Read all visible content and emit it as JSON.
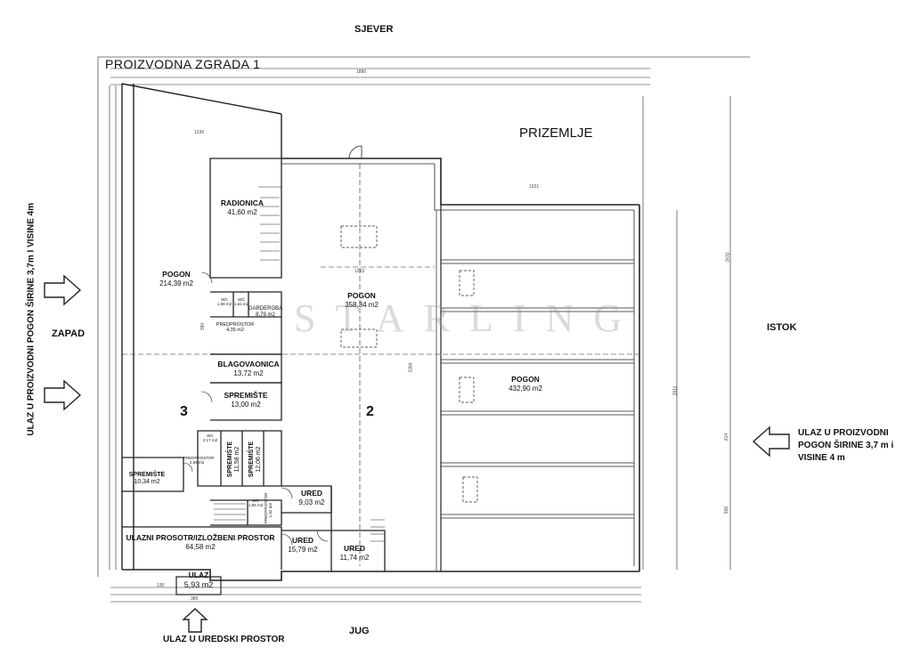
{
  "title": "PROIZVODNA ZGRADA 1",
  "floor": "PRIZEMLJE",
  "compass": {
    "north": "SJEVER",
    "south": "JUG",
    "west": "ZAPAD",
    "east": "ISTOK"
  },
  "watermark": "STARLING",
  "zones": {
    "z2": "2",
    "z3": "3"
  },
  "entries": {
    "west": "ULAZ U PROIZVODNI POGON ŠIRINE 3,7m I VISINE 4m",
    "east_line1": "ULAZ U PROIZVODNI",
    "east_line2": "POGON ŠIRINE 3,7 m i",
    "east_line3": "VISINE 4 m",
    "south": "ULAZ U UREDSKI PROSTOR"
  },
  "rooms": {
    "pogon_west": {
      "name": "POGON",
      "area": "214,39 m2"
    },
    "radionica": {
      "name": "RADIONICA",
      "area": "41,60 m2"
    },
    "pogon_mid": {
      "name": "POGON",
      "area": "358,34 m2"
    },
    "pogon_east": {
      "name": "POGON",
      "area": "432,90 m2"
    },
    "wc1": {
      "name": "WC",
      "area": "1,58 m2"
    },
    "wc2": {
      "name": "WC",
      "area": "1,61 m2"
    },
    "garderoba": {
      "name": "GARDEROBA",
      "area": "8,79 m2"
    },
    "predprostor1": {
      "name": "PREDPROSTOR",
      "area": "4,35 m2"
    },
    "blagovaonica": {
      "name": "BLAGOVAONICA",
      "area": "13,72 m2"
    },
    "spremiste1": {
      "name": "SPREMIŠTE",
      "area": "13,00 m2"
    },
    "wc3": {
      "name": "WC",
      "area": "2,17 m2"
    },
    "predprostor2": {
      "name": "PREDPROSTOR",
      "area": "2,94 m2"
    },
    "spremiste2": {
      "name": "SPREMIŠTE",
      "area": "11,58 m2"
    },
    "spremiste3": {
      "name": "SPREMIŠTE",
      "area": "12,06 m2"
    },
    "spremiste4": {
      "name": "SPREMIŠTE",
      "area": "10,34 m2"
    },
    "ured1": {
      "name": "URED",
      "area": "9,03 m2"
    },
    "wc4": {
      "name": "WC",
      "area": "1,55 m2"
    },
    "predprostor3": {
      "name": "PREDPROSTOR",
      "area": "1,52 m2"
    },
    "ulazni": {
      "name": "ULAZNI PROSOTR/IZLOŽBENI PROSTOR",
      "area": "64,58 m2"
    },
    "ured2": {
      "name": "URED",
      "area": "15,79 m2"
    },
    "ured3": {
      "name": "URED",
      "area": "11,74 m2"
    },
    "ulaz": {
      "name": "ULAZ",
      "area": "5,93 m2"
    }
  },
  "dimensions": {
    "d1236": "1236",
    "d1293": "1293",
    "d1521": "1521",
    "d2632": "2632",
    "d2911": "2911",
    "d3284": "3284",
    "d214": "214",
    "d936": "936",
    "d130": "130",
    "d385": "385",
    "d390": "390",
    "d1890": "1890"
  }
}
